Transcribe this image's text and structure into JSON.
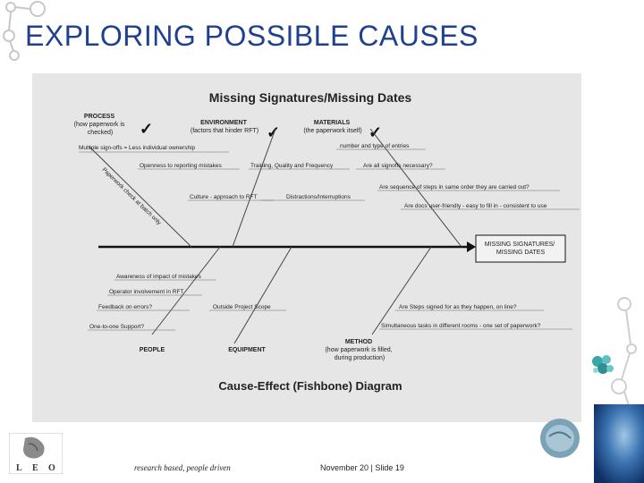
{
  "slide": {
    "title": "EXPLORING POSSIBLE CAUSES",
    "footer_tagline": "research based, people driven",
    "footer_date": "November 20",
    "footer_separator": "|",
    "footer_slide": "Slide 19",
    "logo_letters": [
      "L",
      "E",
      "O"
    ]
  },
  "diagram": {
    "title": "Missing Signatures/Missing Dates",
    "caption": "Cause-Effect (Fishbone) Diagram",
    "effect": [
      "MISSING SIGNATURES/",
      "MISSING DATES"
    ],
    "categories": {
      "process": [
        "PROCESS",
        "(how paperwork is",
        "checked)"
      ],
      "environment": [
        "ENVIRONMENT",
        "(factors that hinder RFT)"
      ],
      "materials": [
        "MATERIALS",
        "(the paperwork itself)"
      ],
      "people": [
        "PEOPLE"
      ],
      "equipment": [
        "EQUIPMENT"
      ],
      "method": [
        "METHOD",
        "(how paperwork is filled,",
        "during production)"
      ]
    },
    "check_mark": "✓",
    "causes_top": {
      "multiple_signoffs": "Multiple sign-offs = Less  individual ownership",
      "openness": "Openness to reporting mistakes",
      "training": "Training, Quality and Frequency",
      "culture": "Culture  - approach to RFT",
      "distractions": "Distractions/Interruptions",
      "number_type": "number and type of entries",
      "all_signoffs": "Are all signoffs necessary?",
      "sequence": "Are sequence of steps in same order they are carried out?",
      "user_friendly": "Are docs user-friendly  -  easy to fill in  - consistent to use",
      "paperwork_check": "Paperwork check at batch only"
    },
    "causes_bottom": {
      "awareness": "Awareness of impact of mistakes",
      "operator": "Operator involvement in RFT",
      "feedback": "Feedback on errors?",
      "one_to_one": "One-to-one Support?",
      "outside_scope": "Outside Project Scope",
      "steps_signed": "Are Steps signed for  as they happen, on line?",
      "simultaneous": "Simultaneous tasks in different rooms - one set of paperwork?"
    }
  }
}
